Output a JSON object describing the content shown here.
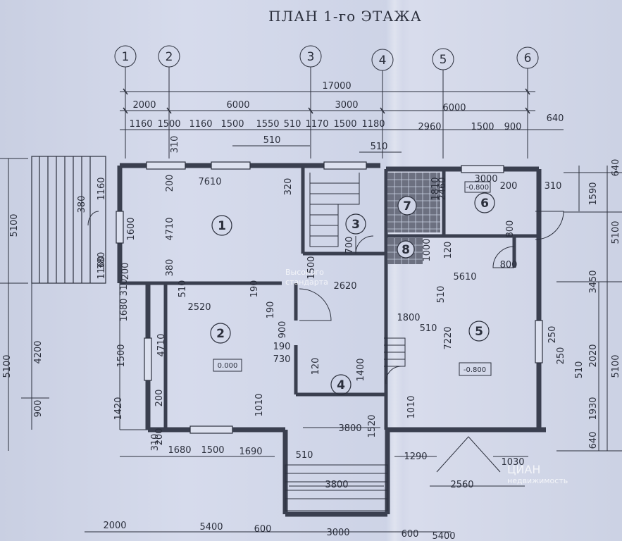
{
  "title": "ПЛАН 1-го ЭТАЖА",
  "axes": [
    "1",
    "2",
    "3",
    "4",
    "5",
    "6"
  ],
  "top_overall": "17000",
  "top_spans": [
    "2000",
    "6000",
    "3000",
    "6000"
  ],
  "top_detail": [
    "1160",
    "1500",
    "1160",
    "1500",
    "1550",
    "510",
    "1170",
    "1500",
    "1180",
    "2960",
    "1500",
    "900",
    "640"
  ],
  "top_small": [
    "510",
    "510"
  ],
  "bottom_spans": [
    "2000",
    "5400",
    "600",
    "3000",
    "600",
    "5400"
  ],
  "left_dims": [
    "5100",
    "4200",
    "5100",
    "900",
    "1420",
    "1500",
    "1680",
    "310",
    "200",
    "380",
    "1160",
    "1600",
    "380",
    "1160",
    "200"
  ],
  "right_dims": [
    "640",
    "1590",
    "5100",
    "3450",
    "2020",
    "1930",
    "5100",
    "640",
    "250",
    "250",
    "510"
  ],
  "interior_dims": [
    "7610",
    "4710",
    "320",
    "380",
    "200",
    "310",
    "510",
    "2520",
    "190",
    "190",
    "4710",
    "900",
    "190",
    "730",
    "120",
    "200",
    "1010",
    "2620",
    "1500",
    "700",
    "1400",
    "3800",
    "1520",
    "3000",
    "200",
    "310",
    "1810",
    "2460",
    "800",
    "120",
    "5610",
    "800",
    "1800",
    "510",
    "510",
    "7220",
    "1000",
    "1010",
    "1290",
    "2560",
    "1030",
    "1680",
    "1500",
    "1690",
    "510",
    "3800",
    "310"
  ],
  "rooms": [
    {
      "id": "1"
    },
    {
      "id": "2",
      "level": "0.000"
    },
    {
      "id": "3"
    },
    {
      "id": "4"
    },
    {
      "id": "5",
      "level": "-0.800"
    },
    {
      "id": "6",
      "level": "-0.800"
    },
    {
      "id": "7"
    },
    {
      "id": "8"
    }
  ],
  "watermarks": [
    "ЦИАН",
    "недвижимость",
    "Высокого",
    "стандарта"
  ]
}
